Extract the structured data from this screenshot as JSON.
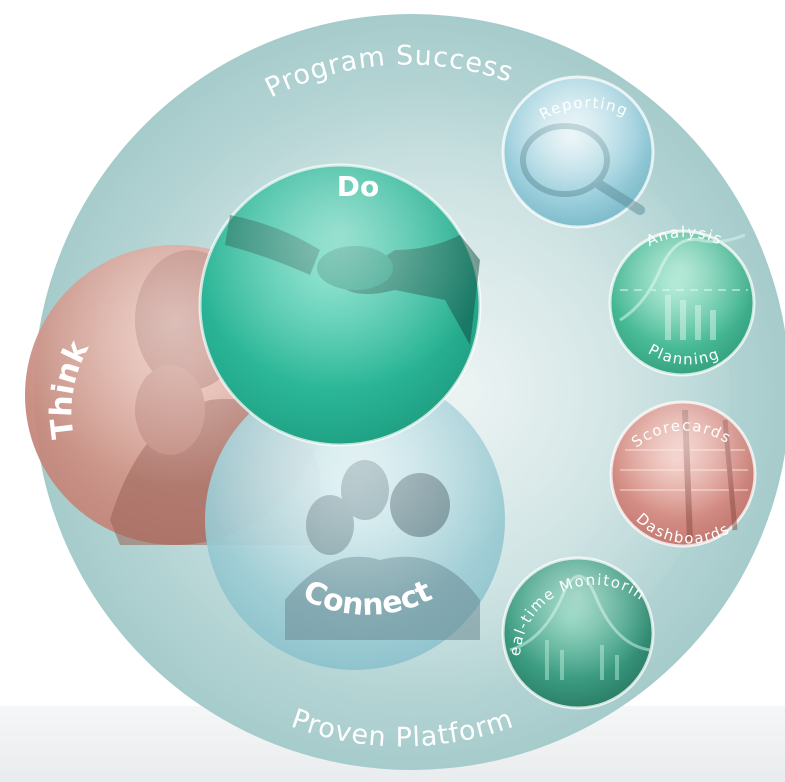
{
  "ring": {
    "top_label": "Program Success",
    "bottom_label": "Proven Platform"
  },
  "core": {
    "do": "Do",
    "think": "Think",
    "connect": "Connect"
  },
  "capabilities": {
    "reporting": "Reporting",
    "analysis": "Analysis",
    "planning": "Planning",
    "scorecards": "Scorecards",
    "dashboards": "Dashboards",
    "monitoring": "Real-time Monitoring"
  },
  "colors": {
    "ring": "#b5d3d3",
    "think": "#d59a8e",
    "do": "#2bb89a",
    "connect": "#aad6dd",
    "reporting": "#9fd0de",
    "analysis": "#4fbf9f",
    "scorecards": "#d89088",
    "monitoring": "#3d9e84"
  }
}
